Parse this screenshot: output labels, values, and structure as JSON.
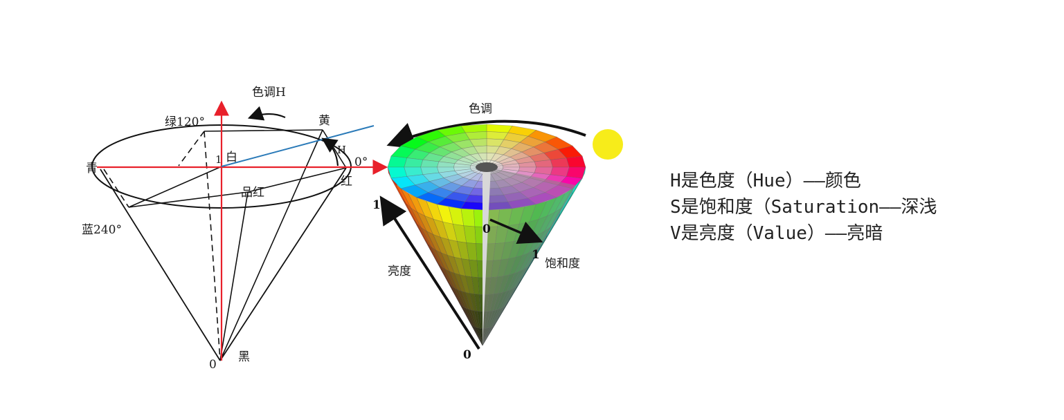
{
  "left_cone": {
    "hue_label": "色调H",
    "green": "绿120°",
    "yellow": "黄",
    "white": "白",
    "cyan": "青",
    "zero_deg": "0°",
    "red": "红",
    "magenta": "品红",
    "blue": "蓝240°",
    "h_marker": "H",
    "one_marker": "1",
    "zero": "0",
    "black": "黑"
  },
  "right_cone": {
    "hue_label": "色调",
    "value_label": "亮度",
    "saturation_label": "饱和度",
    "value_one": "1",
    "value_zero": "0",
    "sat_zero": "0",
    "sat_one": "1"
  },
  "description": {
    "line_h": "H是色度（Hue）——颜色",
    "line_s": "S是饱和度（Saturation——深浅",
    "line_v": "V是亮度（Value）——亮暗"
  },
  "colors": {
    "axis_red": "#e8202a",
    "hue_line_blue": "#2a7ab8",
    "sun_yellow": "#f7ec1a"
  }
}
